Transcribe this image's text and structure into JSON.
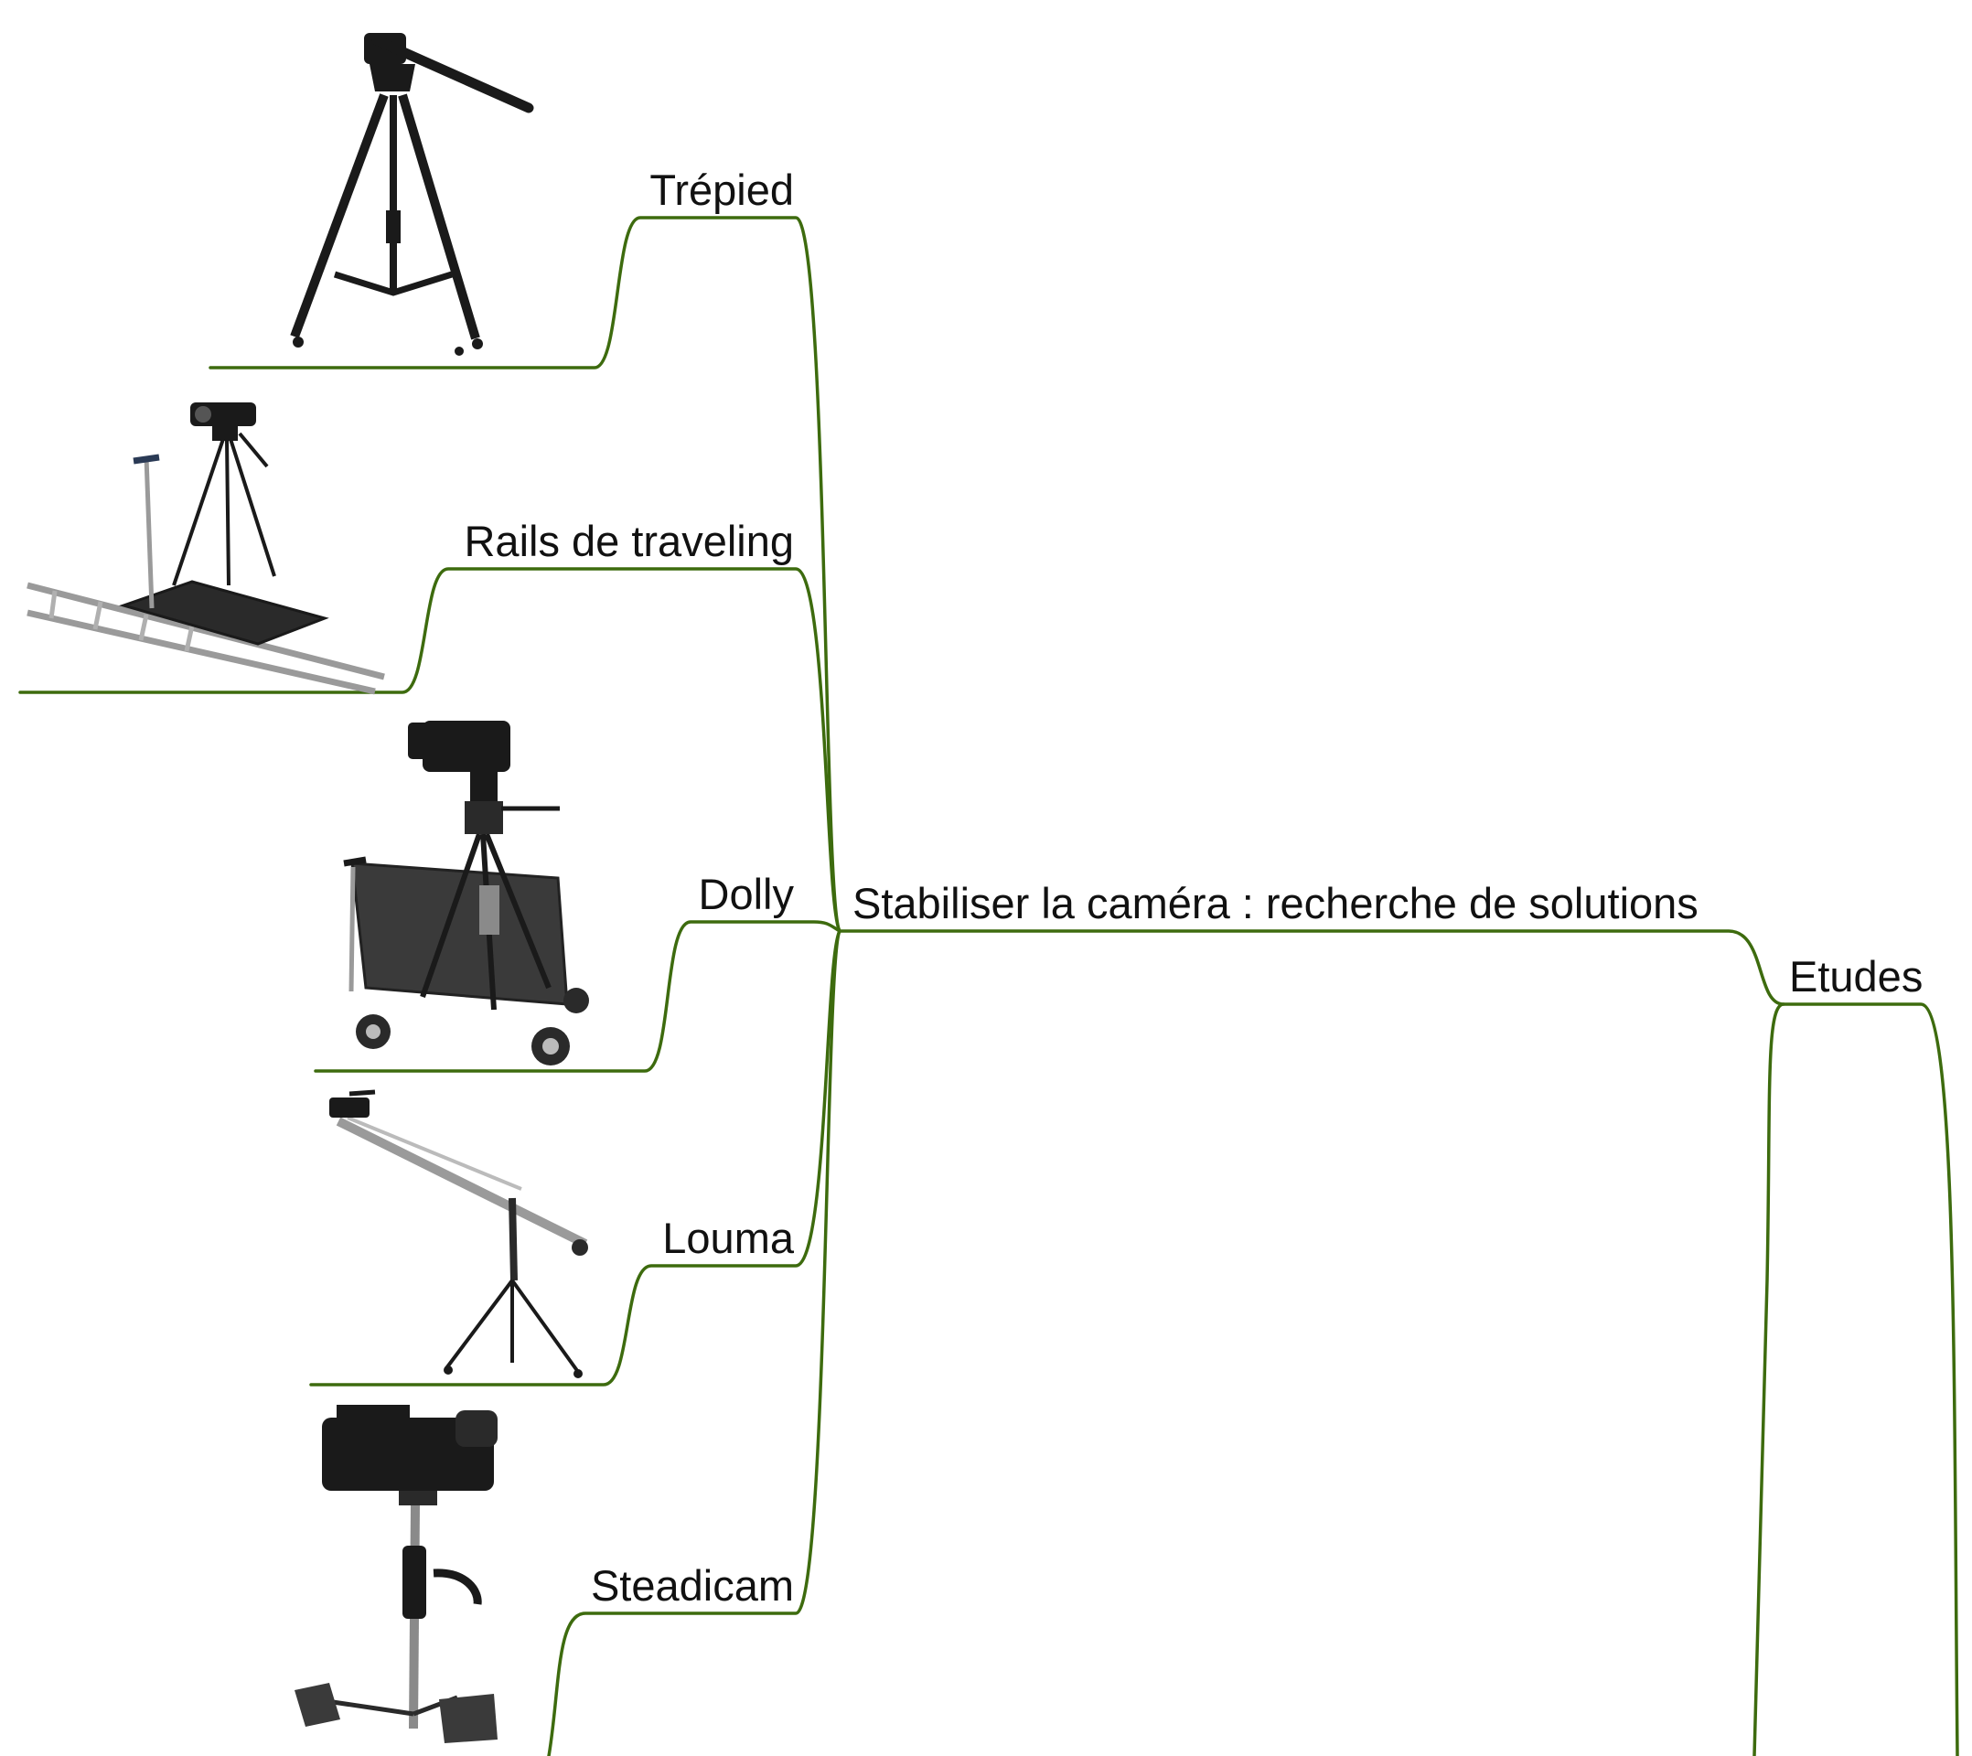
{
  "central_topic": "Stabiliser la caméra : recherche de solutions",
  "branches": [
    {
      "label": "Trépied",
      "image": "tripod-photo"
    },
    {
      "label": "Rails de traveling",
      "image": "track-dolly-photo"
    },
    {
      "label": "Dolly",
      "image": "dolly-photo"
    },
    {
      "label": "Louma",
      "image": "camera-crane-photo"
    },
    {
      "label": "Steadicam",
      "image": "steadicam-photo"
    }
  ],
  "sub_branch": {
    "label": "Etudes"
  },
  "colors": {
    "connector": "#3d6b0e",
    "text": "#111111",
    "equipment": "#1a1a1a",
    "metal": "#9a9a9a"
  }
}
